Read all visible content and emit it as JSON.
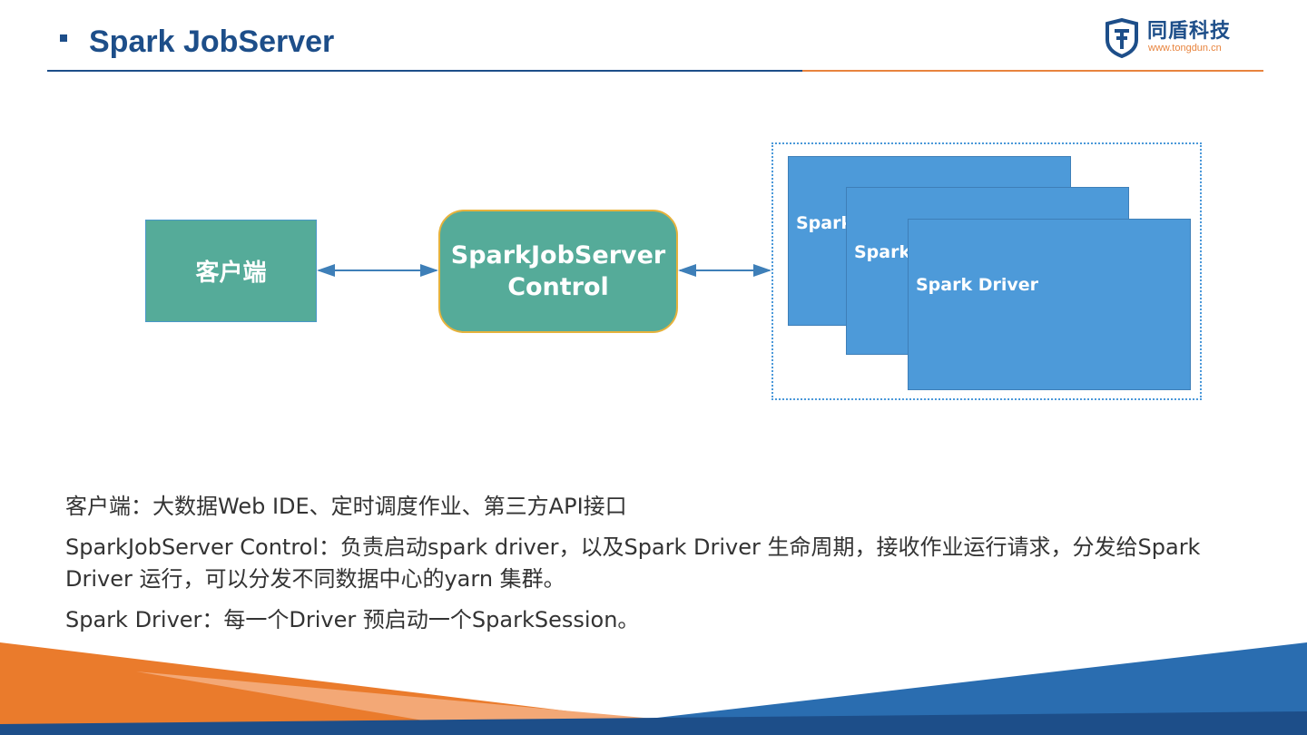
{
  "header": {
    "title": "Spark JobServer",
    "logo_name": "同盾科技",
    "logo_url": "www.tongdun.cn"
  },
  "diagram": {
    "client_label": "客户端",
    "control_label_line1": "SparkJobServer",
    "control_label_line2": "Control",
    "driver_labels": [
      "Spark",
      "Spark",
      "Spark Driver"
    ]
  },
  "descriptions": [
    "客户端：大数据Web IDE、定时调度作业、第三方API接口",
    "SparkJobServer Control：负责启动spark driver，以及Spark Driver 生命周期，接收作业运行请求，分发给Spark Driver 运行，可以分发不同数据中心的yarn 集群。",
    "Spark Driver：每一个Driver 预启动一个SparkSession。"
  ],
  "colors": {
    "brand_blue": "#1d4e89",
    "accent_orange": "#e8843e",
    "node_teal": "#55ab99",
    "driver_blue": "#4d9ad9"
  }
}
